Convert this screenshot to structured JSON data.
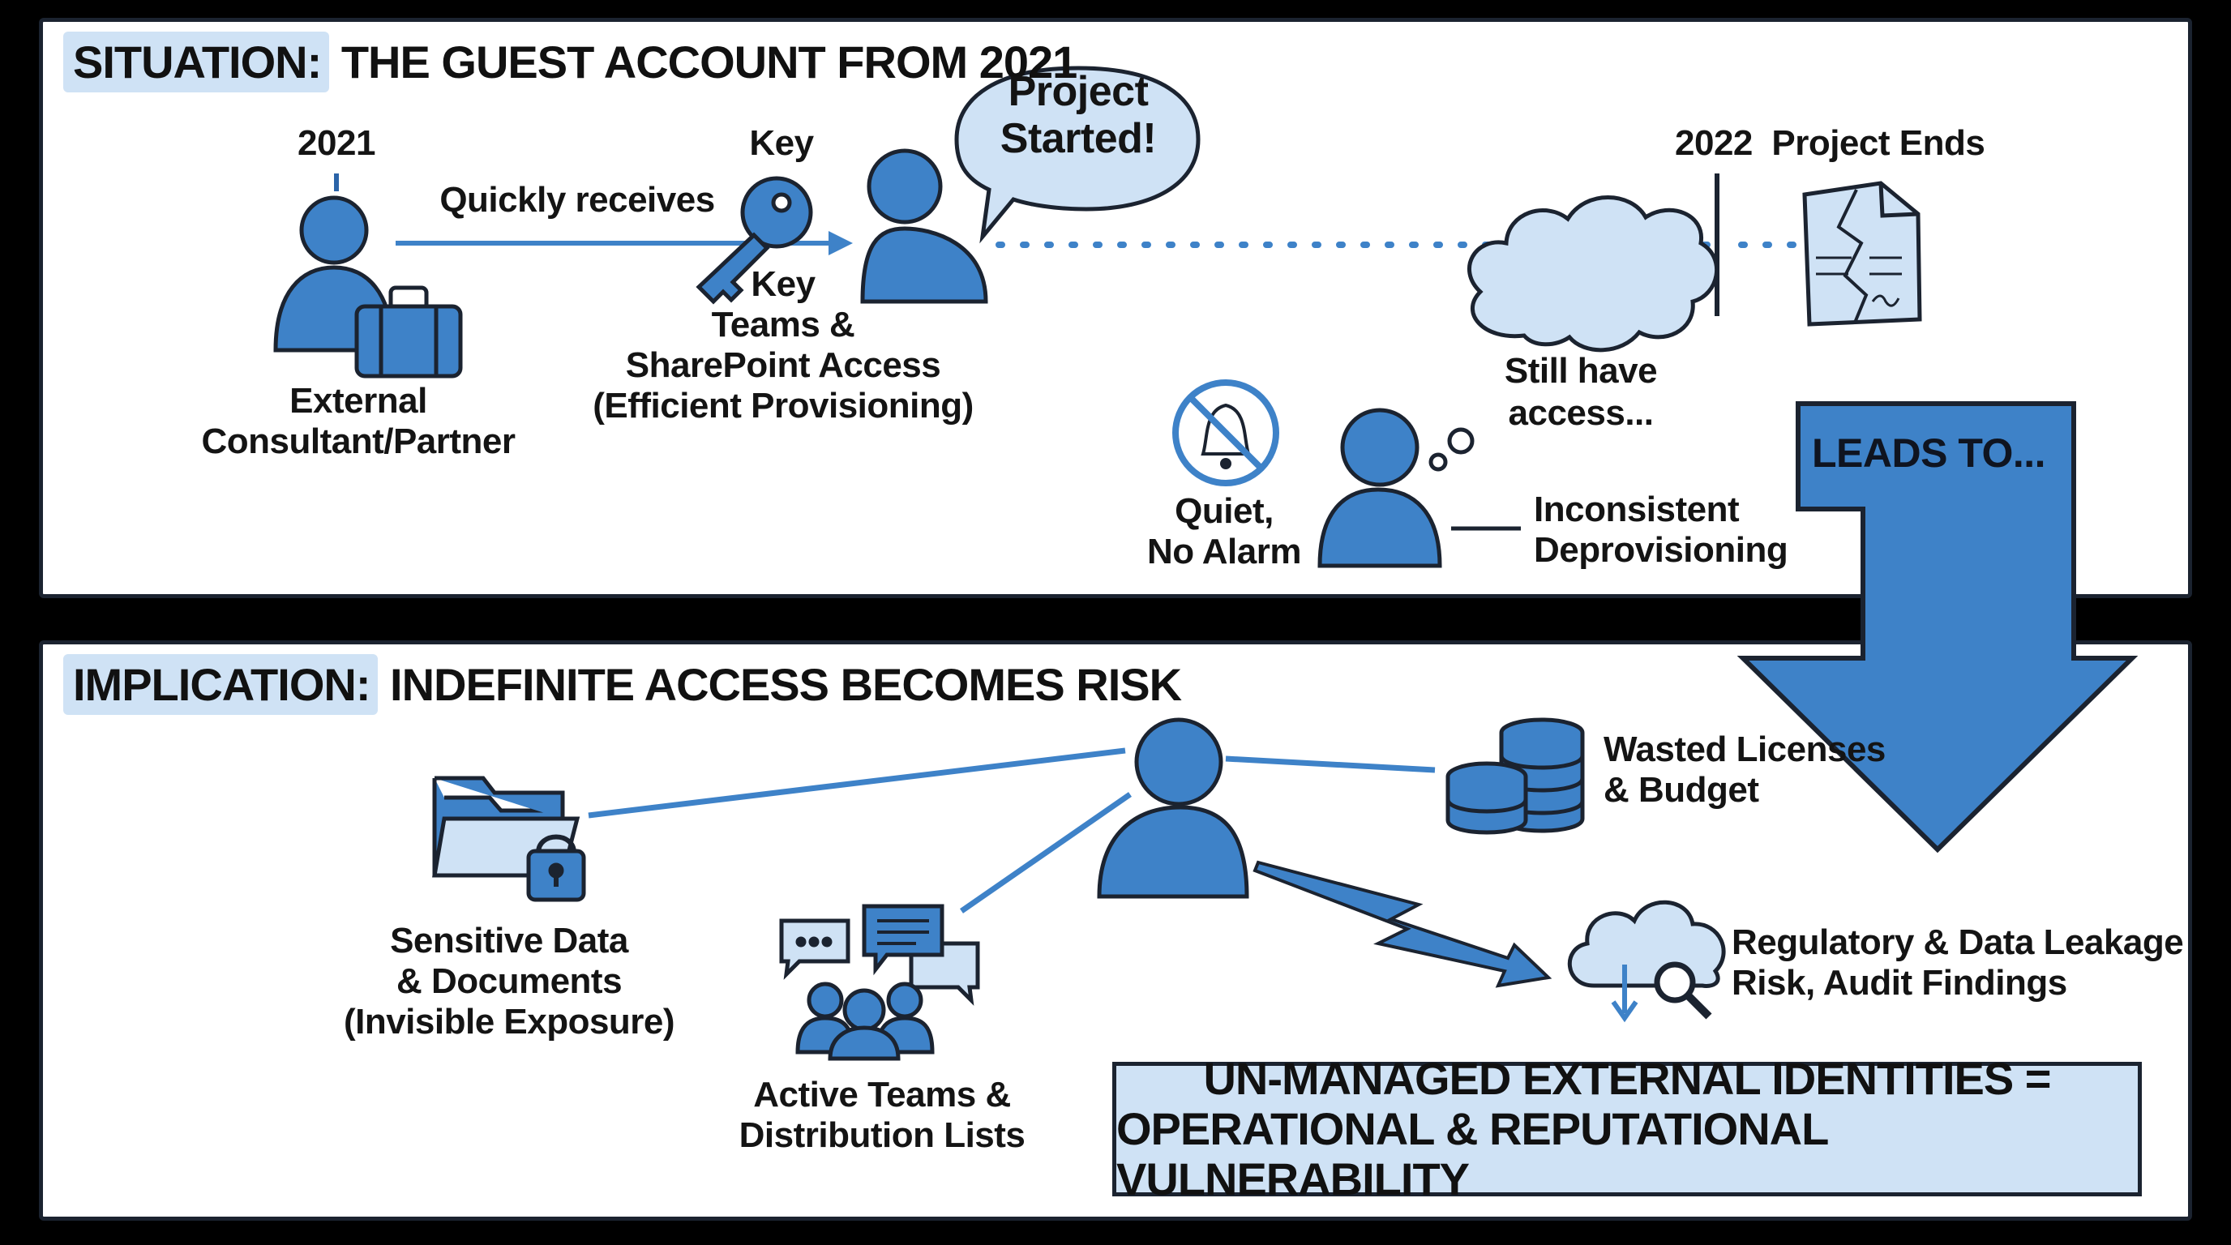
{
  "situation": {
    "heading_label": "SITUATION:",
    "heading_rest": "THE GUEST ACCOUNT FROM 2021",
    "year_start": "2021",
    "external_label_1": "External",
    "external_label_2": "Consultant/Partner",
    "arrow_label": "Quickly receives",
    "key_top": "Key",
    "key_bottom_1": "Key",
    "key_bottom_2": "Teams &",
    "key_bottom_3": "SharePoint Access",
    "key_bottom_4": "(Efficient Provisioning)",
    "speech_1": "Project",
    "speech_2": "Started!",
    "year_end": "2022",
    "project_ends": "Project Ends",
    "thought_1": "Still have",
    "thought_2": "access...",
    "quiet_1": "Quiet,",
    "quiet_2": "No Alarm",
    "inconsistent_1": "Inconsistent",
    "inconsistent_2": "Deprovisioning"
  },
  "leads_to": "LEADS TO...",
  "implication": {
    "heading_label": "IMPLICATION:",
    "heading_rest": "INDEFINITE ACCESS BECOMES RISK",
    "sensitive_1": "Sensitive Data",
    "sensitive_2": "& Documents",
    "sensitive_3": "(Invisible Exposure)",
    "teams_1": "Active Teams &",
    "teams_2": "Distribution Lists",
    "licenses_1": "Wasted Licenses",
    "licenses_2": "& Budget",
    "regulatory_1": "Regulatory & Data Leakage",
    "regulatory_2": "Risk, Audit Findings",
    "conclusion_1": "UN-MANAGED EXTERNAL IDENTITIES =",
    "conclusion_2": "OPERATIONAL & REPUTATIONAL VULNERABILITY"
  },
  "colors": {
    "accent_blue": "#3e82c8",
    "light_blue": "#cfe2f5",
    "outline": "#1b2330"
  }
}
